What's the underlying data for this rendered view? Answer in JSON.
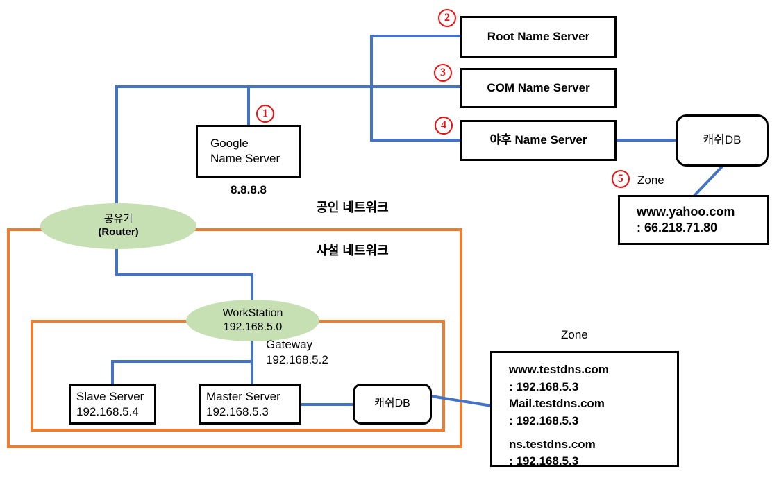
{
  "colors": {
    "line-blue": "#4472C4",
    "boundary-orange": "#ED7D31",
    "node-green": "#C6E0B4",
    "marker-red": "#EE1111"
  },
  "steps": [
    "1",
    "2",
    "3",
    "4",
    "5"
  ],
  "nodes": {
    "root_ns": {
      "label": "Root Name Server"
    },
    "com_ns": {
      "label": "COM Name Server"
    },
    "yahoo_ns": {
      "label": "야후 Name Server"
    },
    "google_ns": {
      "line1": "Google",
      "line2": "Name Server",
      "ip": "8.8.8.8"
    },
    "cache_db_top": {
      "label": "캐쉬DB"
    },
    "cache_db_bottom": {
      "label": "캐쉬DB"
    },
    "router": {
      "line1": "공유기",
      "line2": "(Router)"
    },
    "workstation": {
      "line1": "WorkStation",
      "line2": "192.168.5.0"
    },
    "gateway": {
      "line1": "Gateway",
      "line2": "192.168.5.2"
    },
    "slave_server": {
      "line1": "Slave Server",
      "line2": "192.168.5.4"
    },
    "master_server": {
      "line1": "Master Server",
      "line2": "192.168.5.3"
    }
  },
  "labels": {
    "public_network": "공인 네트워크",
    "private_network": "사설 네트워크",
    "zone_yahoo_title": "Zone",
    "zone_testdns_title": "Zone"
  },
  "zones": {
    "yahoo": {
      "lines": [
        "www.yahoo.com",
        ": 66.218.71.80"
      ]
    },
    "testdns": {
      "lines": [
        "www.testdns.com",
        ": 192.168.5.3",
        "Mail.testdns.com",
        ": 192.168.5.3",
        "ns.testdns.com",
        ": 192.168.5.3"
      ]
    }
  }
}
